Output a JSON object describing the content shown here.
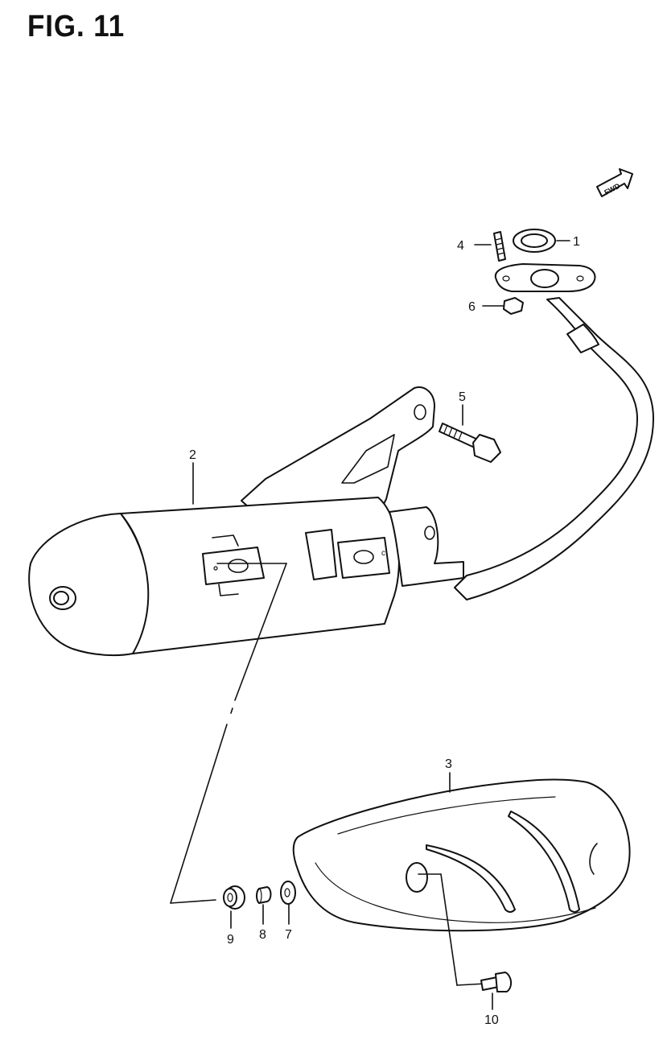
{
  "figure": {
    "title": "FIG. 11"
  },
  "fwd_badge": {
    "text": "FWD",
    "icon": "forward-arrow-icon"
  },
  "callouts": [
    {
      "id": "1",
      "label": "1"
    },
    {
      "id": "2",
      "label": "2"
    },
    {
      "id": "3",
      "label": "3"
    },
    {
      "id": "4",
      "label": "4"
    },
    {
      "id": "5",
      "label": "5"
    },
    {
      "id": "6",
      "label": "6"
    },
    {
      "id": "7",
      "label": "7"
    },
    {
      "id": "8",
      "label": "8"
    },
    {
      "id": "9",
      "label": "9"
    },
    {
      "id": "10",
      "label": "10"
    }
  ]
}
